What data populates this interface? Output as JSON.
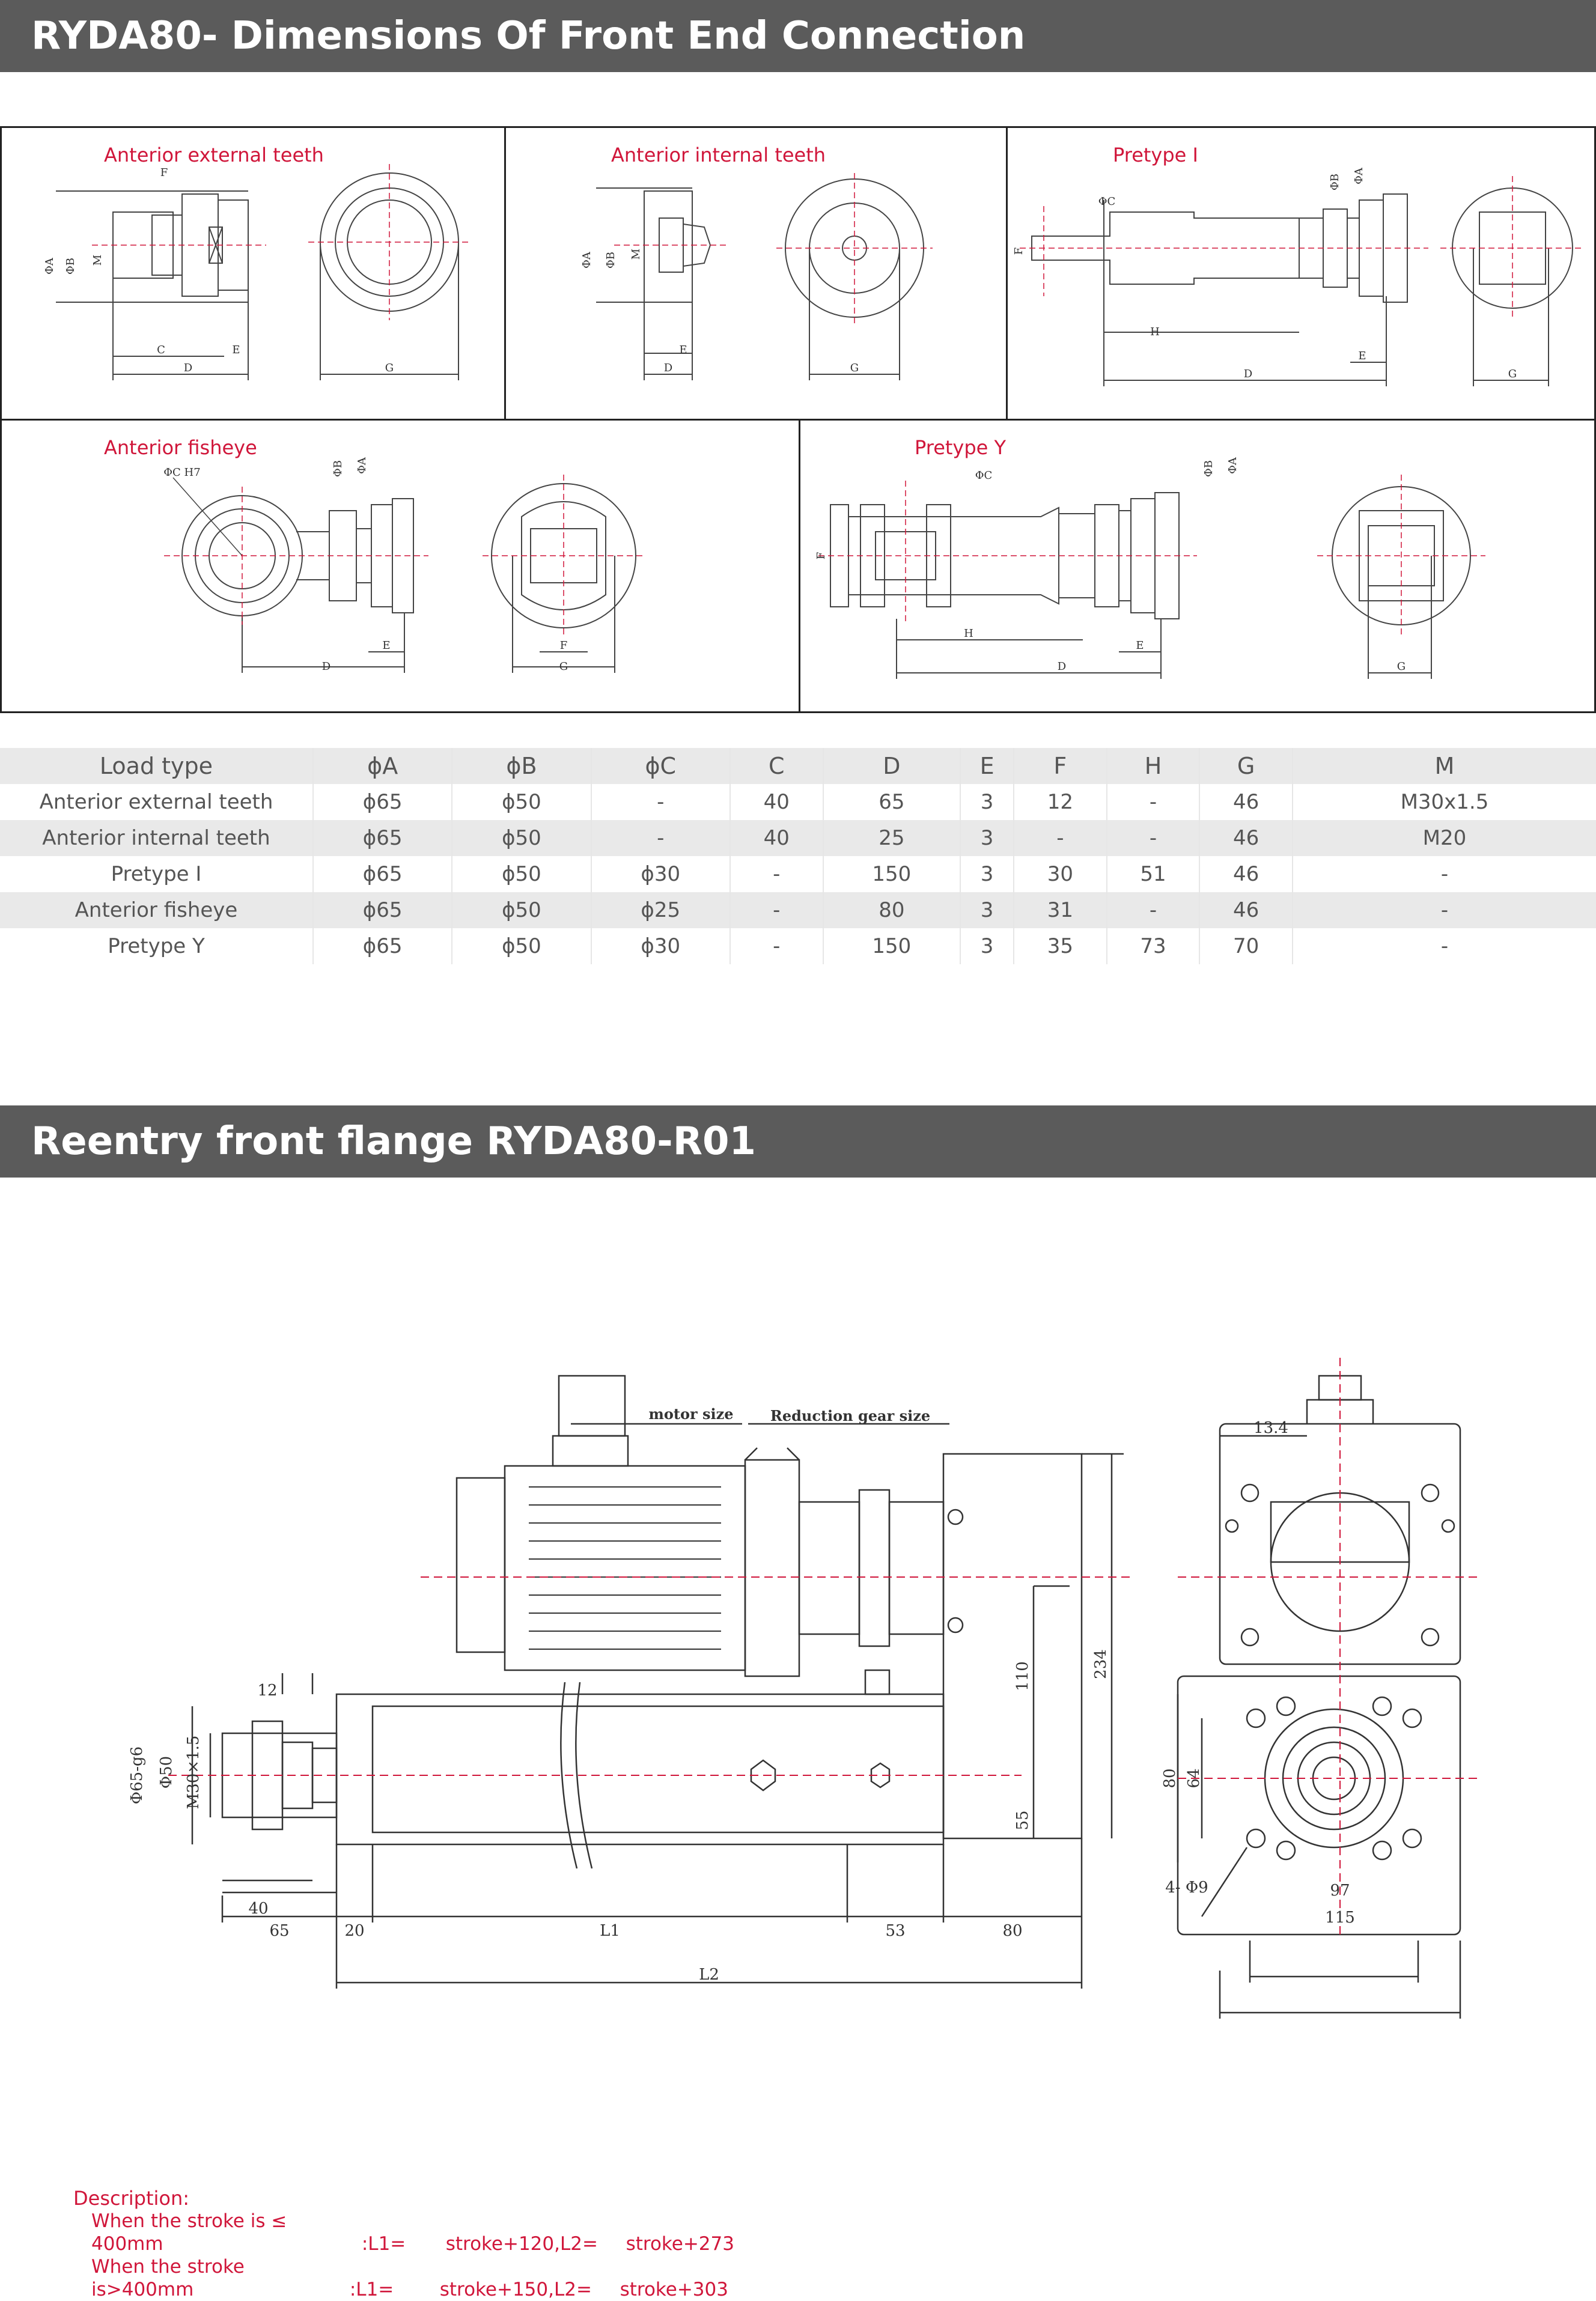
{
  "section1": {
    "title": "RYDA80- Dimensions Of Front End Connection"
  },
  "panels": [
    {
      "title": "Anterior external teeth",
      "labels": {
        "phiA": "ΦA",
        "phiB": "ΦB",
        "m": "M",
        "f": "F",
        "c": "C",
        "e": "E",
        "d": "D",
        "g": "G"
      }
    },
    {
      "title": "Anterior internal teeth",
      "labels": {
        "phiA": "ΦA",
        "phiB": "ΦB",
        "m": "M",
        "e": "E",
        "d": "D",
        "g": "G"
      }
    },
    {
      "title": "Pretype I",
      "labels": {
        "phiA": "ΦA",
        "phiB": "ΦB",
        "phiC": "ΦC",
        "f": "F",
        "h": "H",
        "e": "E",
        "d": "D",
        "g": "G"
      }
    },
    {
      "title": "Anterior fisheye",
      "labels": {
        "phiA": "ΦA",
        "phiB": "ΦB",
        "phiC": "ΦC H7",
        "f": "F",
        "e": "E",
        "d": "D",
        "g": "G"
      }
    },
    {
      "title": "Pretype Y",
      "labels": {
        "phiA": "ΦA",
        "phiB": "ΦB",
        "phiC": "ΦC",
        "f": "F",
        "h": "H",
        "e": "E",
        "d": "D",
        "g": "G"
      }
    }
  ],
  "table": {
    "headers": [
      "Load type",
      "ϕA",
      "ϕB",
      "ϕC",
      "C",
      "D",
      "E",
      "F",
      "H",
      "G",
      "M"
    ],
    "rows": [
      [
        "Anterior external teeth",
        "ϕ65",
        "ϕ50",
        "-",
        "40",
        "65",
        "3",
        "12",
        "-",
        "46",
        "M30x1.5"
      ],
      [
        "Anterior internal teeth",
        "ϕ65",
        "ϕ50",
        "-",
        "40",
        "25",
        "3",
        "-",
        "-",
        "46",
        "M20"
      ],
      [
        "Pretype I",
        "ϕ65",
        "ϕ50",
        "ϕ30",
        "-",
        "150",
        "3",
        "30",
        "51",
        "46",
        "-"
      ],
      [
        "Anterior fisheye",
        "ϕ65",
        "ϕ50",
        "ϕ25",
        "-",
        "80",
        "3",
        "31",
        "-",
        "46",
        "-"
      ],
      [
        "Pretype Y",
        "ϕ65",
        "ϕ50",
        "ϕ30",
        "-",
        "150",
        "3",
        "35",
        "73",
        "70",
        "-"
      ]
    ]
  },
  "section2": {
    "title": "Reentry front flange RYDA80-R01"
  },
  "drawing": {
    "motor_size": "motor size",
    "reduction_gear_size": "Reduction gear size",
    "dims": {
      "d12": "12",
      "d40": "40",
      "d65": "65",
      "d20": "20",
      "l1": "L1",
      "d53": "53",
      "d80": "80",
      "l2": "L2",
      "d110": "110",
      "d55": "55",
      "d234": "234",
      "phi65": "Φ65-g6",
      "phi50": "Φ50",
      "m30": "M30×1.5",
      "d13_4": "13.4",
      "d80v": "80",
      "d64": "64",
      "holes": "4- Φ9",
      "d97": "97",
      "d115": "115"
    }
  },
  "description": {
    "heading": "Description:",
    "lines": [
      {
        "cond": "When the stroke is ≤ 400mm",
        "l1": ":L1=",
        "l1val": "stroke+120,L2=",
        "l2val": "stroke+273"
      },
      {
        "cond": "When the stroke is>400mm",
        "l1": ":L1=",
        "l1val": "stroke+150,L2=",
        "l2val": "stroke+303"
      }
    ]
  },
  "colors": {
    "banner": "#5b5b5b",
    "accent_red": "#d0163a",
    "row_alt": "#e9e9e9"
  }
}
